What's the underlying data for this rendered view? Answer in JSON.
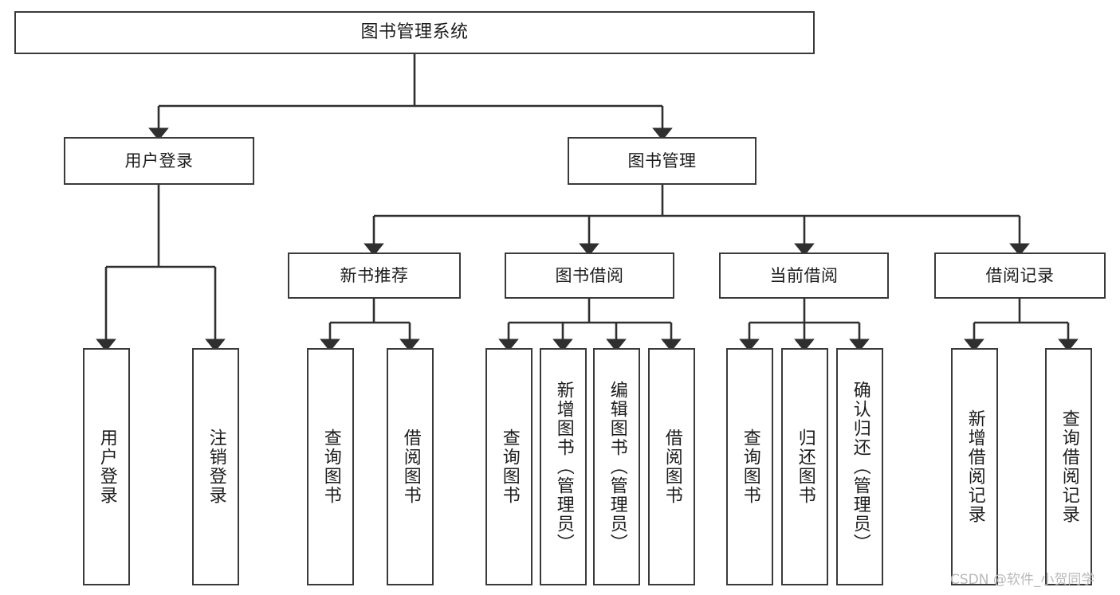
{
  "diagram": {
    "title": "图书管理系统",
    "type": "tree",
    "watermark": "CSDN @软件_小贺同学",
    "line_color": "#3a3a3a",
    "box_fill": "#ffffff",
    "nodes": {
      "root": {
        "label": "图书管理系统"
      },
      "level1": [
        {
          "label": "用户登录"
        },
        {
          "label": "图书管理"
        }
      ],
      "level2": [
        {
          "label": "新书推荐"
        },
        {
          "label": "图书借阅"
        },
        {
          "label": "当前借阅"
        },
        {
          "label": "借阅记录"
        }
      ],
      "leaves_user_login": [
        {
          "label": "用户登录"
        },
        {
          "label": "注销登录"
        }
      ],
      "leaves_new_book": [
        {
          "label": "查询图书"
        },
        {
          "label": "借阅图书"
        }
      ],
      "leaves_borrow": [
        {
          "label": "查询图书"
        },
        {
          "label": "新增图书（管理员）"
        },
        {
          "label": "编辑图书（管理员）"
        },
        {
          "label": "借阅图书"
        }
      ],
      "leaves_current": [
        {
          "label": "查询图书"
        },
        {
          "label": "归还图书"
        },
        {
          "label": "确认归还（管理员）"
        }
      ],
      "leaves_record": [
        {
          "label": "新增借阅记录"
        },
        {
          "label": "查询借阅记录"
        }
      ]
    }
  }
}
